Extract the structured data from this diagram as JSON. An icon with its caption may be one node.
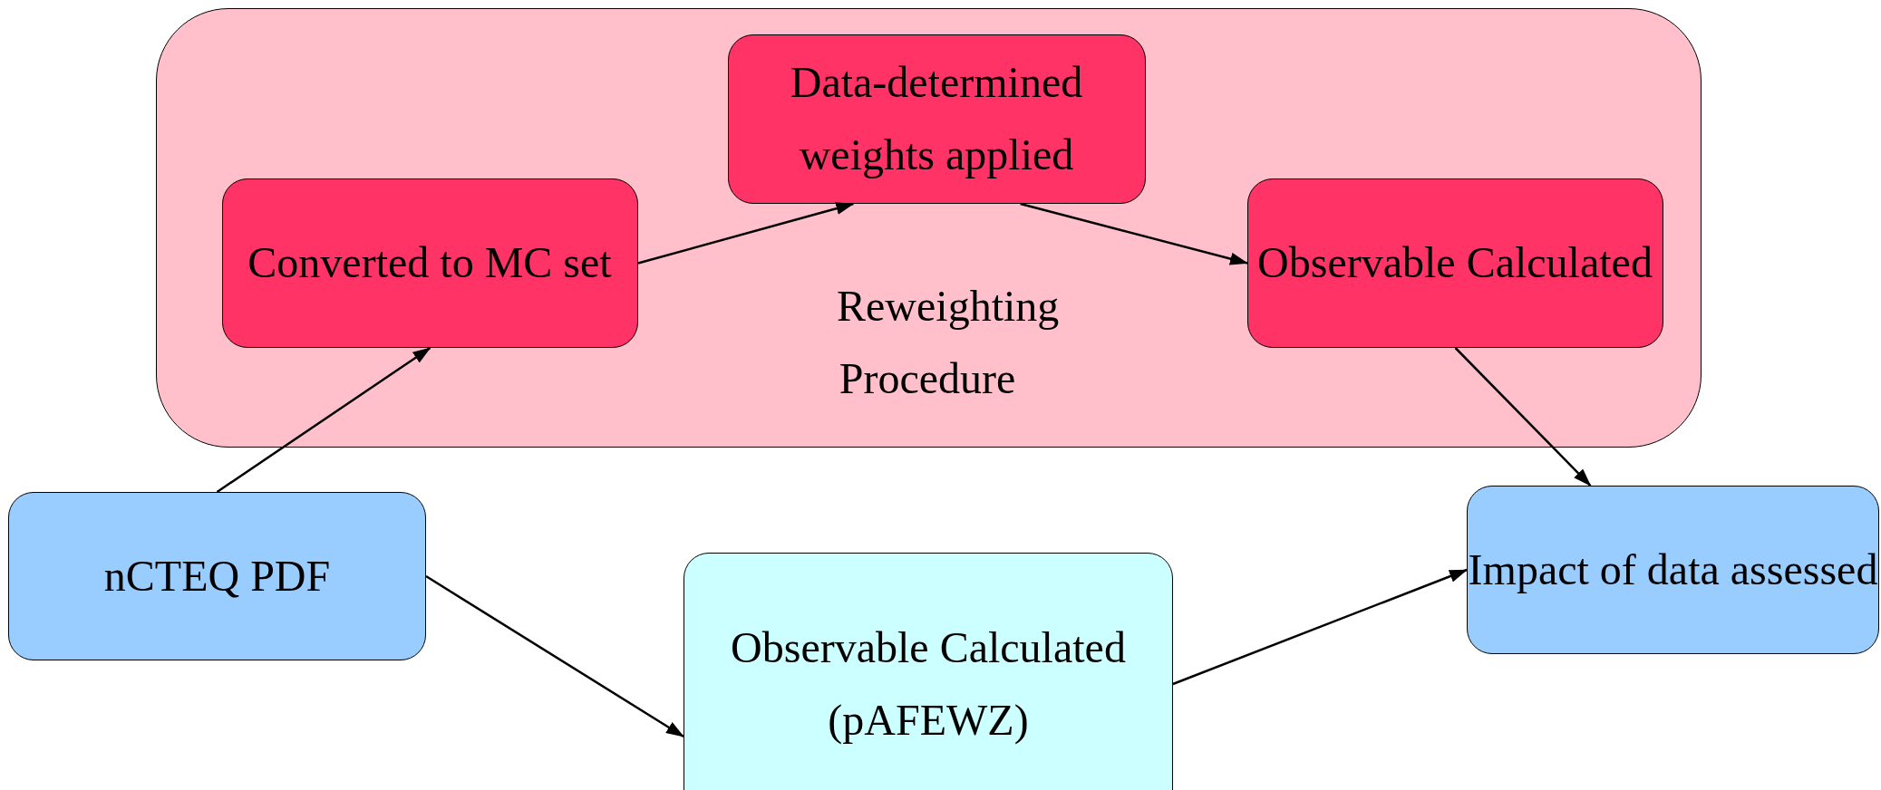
{
  "diagram": {
    "nodes": [
      {
        "text": [
          "Reweighting Procedure"
        ]
      },
      {
        "text": [
          "Converted to MC set"
        ],
        "in": 0
      },
      {
        "text": [
          "Data-determined weights applied"
        ],
        "in": 0
      },
      {
        "text": [
          "Observable Calculated"
        ],
        "in": 0
      },
      {
        "text": [
          "nCTEQ PDF"
        ]
      },
      {
        "text": [
          "Observable Calculated (pAFEWZ)"
        ]
      },
      {
        "text": [
          "Impact of data assessed"
        ]
      }
    ],
    "edges": [
      {
        "from": 4,
        "to": 1,
        "arrow": "to"
      },
      {
        "from": 1,
        "to": 2,
        "arrow": "to"
      },
      {
        "from": 2,
        "to": 3,
        "arrow": "to"
      },
      {
        "from": 3,
        "to": 6,
        "arrow": "to"
      },
      {
        "from": 4,
        "to": 5,
        "arrow": "to"
      },
      {
        "from": 5,
        "to": 6,
        "arrow": "to"
      }
    ]
  }
}
